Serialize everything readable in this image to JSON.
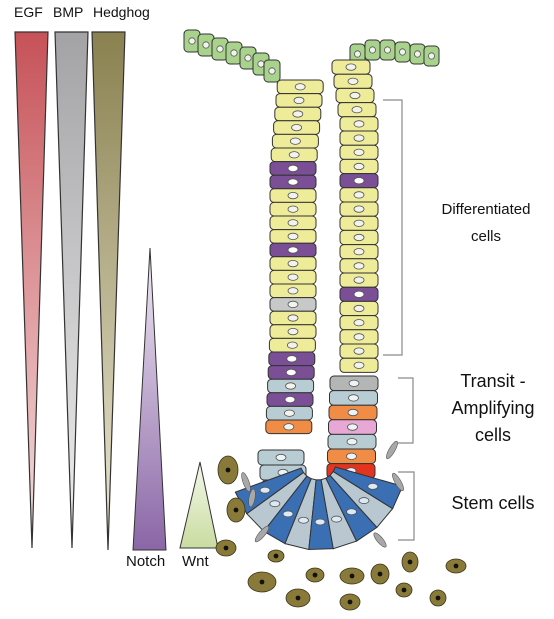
{
  "signals": {
    "egf": "EGF",
    "bmp": "BMP",
    "hedgehog": "Hedghog",
    "notch": "Notch",
    "wnt": "Wnt"
  },
  "regions": {
    "differentiated_line1": "Differentiated",
    "differentiated_line2": "cells",
    "transit_line1": "Transit -",
    "transit_line2": "Amplifying",
    "transit_line3": "cells",
    "stem": "Stem cells"
  },
  "colors": {
    "egf": "#c8585c",
    "bmp": "#a9a9ab",
    "hedgehog": "#8f8652",
    "notch": "#8c6aa8",
    "wnt": "#cfe0a8",
    "villus_tip": "#a9d38c",
    "differentiated": "#eeeb99",
    "secretory": "#7a4f96",
    "transit": "#b8cdd3",
    "paneth_orange": "#f08c46",
    "stem": "#3a6fb4",
    "stromal": "#8a7a3a"
  }
}
